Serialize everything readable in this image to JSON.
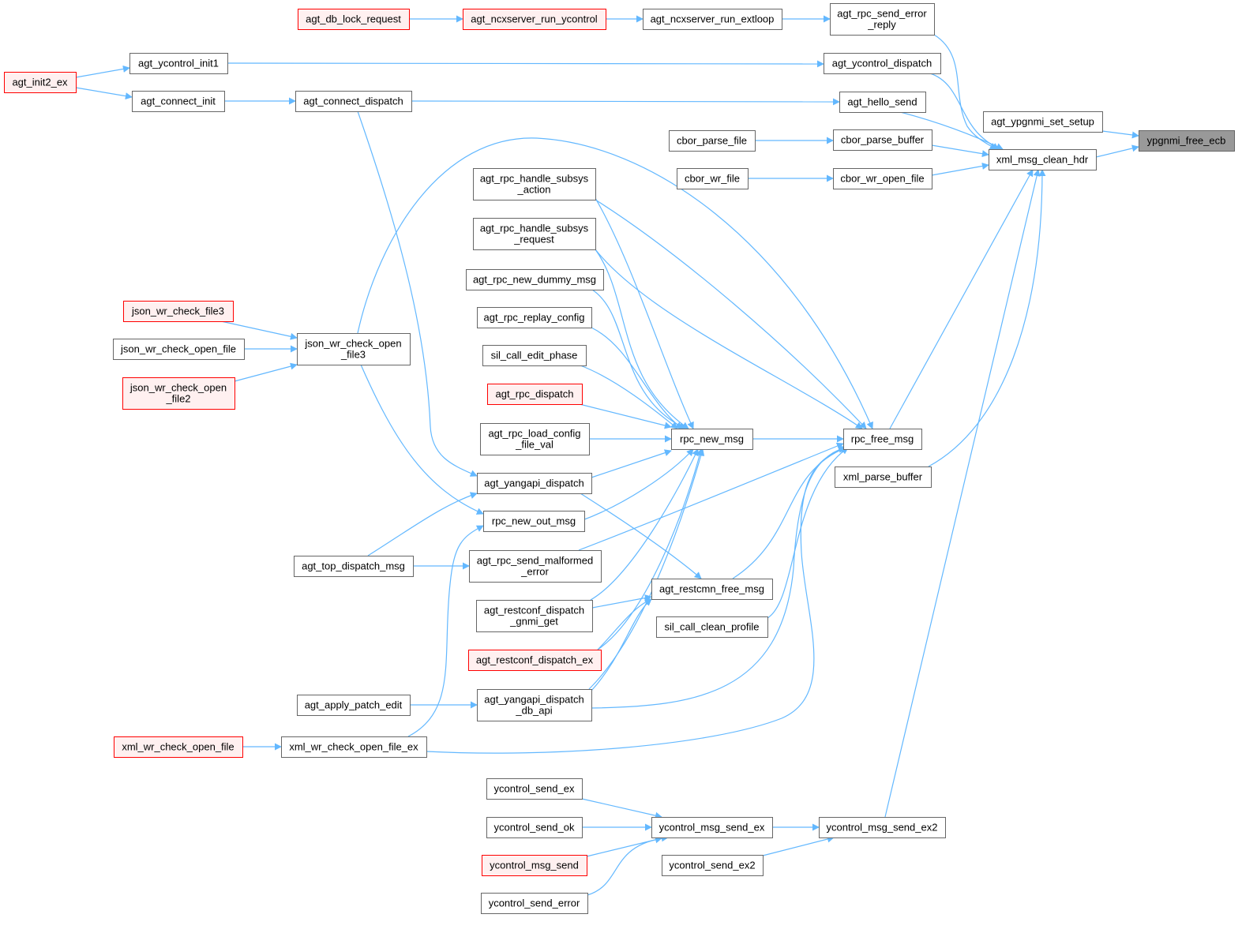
{
  "diagram": {
    "title": "ypgnmi_free_ecb caller graph",
    "colors": {
      "edge": "#63b8ff",
      "node_border": "#666666",
      "node_fill": "#ffffff",
      "truncated_border": "#ff0000",
      "truncated_fill": "#fff0f0",
      "root_fill": "#999999",
      "root_border": "#666666"
    },
    "nodes": [
      {
        "id": "agt_db_lock_request",
        "lines": [
          "agt_db_lock_request"
        ],
        "style": "truncated"
      },
      {
        "id": "agt_ncxserver_run_ycontrol",
        "lines": [
          "agt_ncxserver_run_ycontrol"
        ],
        "style": "truncated"
      },
      {
        "id": "agt_ncxserver_run_extloop",
        "lines": [
          "agt_ncxserver_run_extloop"
        ],
        "style": "normal"
      },
      {
        "id": "agt_rpc_send_error_reply",
        "lines": [
          "agt_rpc_send_error",
          "_reply"
        ],
        "style": "normal"
      },
      {
        "id": "agt_init2_ex",
        "lines": [
          "agt_init2_ex"
        ],
        "style": "truncated"
      },
      {
        "id": "agt_ycontrol_init1",
        "lines": [
          "agt_ycontrol_init1"
        ],
        "style": "normal"
      },
      {
        "id": "agt_ycontrol_dispatch",
        "lines": [
          "agt_ycontrol_dispatch"
        ],
        "style": "normal"
      },
      {
        "id": "agt_connect_init",
        "lines": [
          "agt_connect_init"
        ],
        "style": "normal"
      },
      {
        "id": "agt_connect_dispatch",
        "lines": [
          "agt_connect_dispatch"
        ],
        "style": "normal"
      },
      {
        "id": "agt_hello_send",
        "lines": [
          "agt_hello_send"
        ],
        "style": "normal"
      },
      {
        "id": "agt_ypgnmi_set_setup",
        "lines": [
          "agt_ypgnmi_set_setup"
        ],
        "style": "normal"
      },
      {
        "id": "ypgnmi_free_ecb",
        "lines": [
          "ypgnmi_free_ecb"
        ],
        "style": "root"
      },
      {
        "id": "cbor_parse_file",
        "lines": [
          "cbor_parse_file"
        ],
        "style": "normal"
      },
      {
        "id": "cbor_parse_buffer",
        "lines": [
          "cbor_parse_buffer"
        ],
        "style": "normal"
      },
      {
        "id": "xml_msg_clean_hdr",
        "lines": [
          "xml_msg_clean_hdr"
        ],
        "style": "normal"
      },
      {
        "id": "cbor_wr_file",
        "lines": [
          "cbor_wr_file"
        ],
        "style": "normal"
      },
      {
        "id": "cbor_wr_open_file",
        "lines": [
          "cbor_wr_open_file"
        ],
        "style": "normal"
      },
      {
        "id": "agt_rpc_handle_subsys_action",
        "lines": [
          "agt_rpc_handle_subsys",
          "_action"
        ],
        "style": "normal"
      },
      {
        "id": "agt_rpc_handle_subsys_request",
        "lines": [
          "agt_rpc_handle_subsys",
          "_request"
        ],
        "style": "normal"
      },
      {
        "id": "agt_rpc_new_dummy_msg",
        "lines": [
          "agt_rpc_new_dummy_msg"
        ],
        "style": "normal"
      },
      {
        "id": "json_wr_check_file3",
        "lines": [
          "json_wr_check_file3"
        ],
        "style": "truncated"
      },
      {
        "id": "agt_rpc_replay_config",
        "lines": [
          "agt_rpc_replay_config"
        ],
        "style": "normal"
      },
      {
        "id": "json_wr_check_open_file",
        "lines": [
          "json_wr_check_open_file"
        ],
        "style": "normal"
      },
      {
        "id": "json_wr_check_open_file3",
        "lines": [
          "json_wr_check_open",
          "_file3"
        ],
        "style": "normal"
      },
      {
        "id": "sil_call_edit_phase",
        "lines": [
          "sil_call_edit_phase"
        ],
        "style": "normal"
      },
      {
        "id": "json_wr_check_open_file2",
        "lines": [
          "json_wr_check_open",
          "_file2"
        ],
        "style": "truncated"
      },
      {
        "id": "agt_rpc_dispatch",
        "lines": [
          "agt_rpc_dispatch"
        ],
        "style": "truncated"
      },
      {
        "id": "agt_rpc_load_config_file_val",
        "lines": [
          "agt_rpc_load_config",
          "_file_val"
        ],
        "style": "normal"
      },
      {
        "id": "rpc_new_msg",
        "lines": [
          "rpc_new_msg"
        ],
        "style": "normal"
      },
      {
        "id": "rpc_free_msg",
        "lines": [
          "rpc_free_msg"
        ],
        "style": "normal"
      },
      {
        "id": "agt_yangapi_dispatch",
        "lines": [
          "agt_yangapi_dispatch"
        ],
        "style": "normal"
      },
      {
        "id": "xml_parse_buffer",
        "lines": [
          "xml_parse_buffer"
        ],
        "style": "normal"
      },
      {
        "id": "rpc_new_out_msg",
        "lines": [
          "rpc_new_out_msg"
        ],
        "style": "normal"
      },
      {
        "id": "agt_top_dispatch_msg",
        "lines": [
          "agt_top_dispatch_msg"
        ],
        "style": "normal"
      },
      {
        "id": "agt_rpc_send_malformed_error",
        "lines": [
          "agt_rpc_send_malformed",
          "_error"
        ],
        "style": "normal"
      },
      {
        "id": "agt_restcmn_free_msg",
        "lines": [
          "agt_restcmn_free_msg"
        ],
        "style": "normal"
      },
      {
        "id": "agt_restconf_dispatch_gnmi_get",
        "lines": [
          "agt_restconf_dispatch",
          "_gnmi_get"
        ],
        "style": "normal"
      },
      {
        "id": "sil_call_clean_profile",
        "lines": [
          "sil_call_clean_profile"
        ],
        "style": "normal"
      },
      {
        "id": "agt_restconf_dispatch_ex",
        "lines": [
          "agt_restconf_dispatch_ex"
        ],
        "style": "truncated"
      },
      {
        "id": "agt_apply_patch_edit",
        "lines": [
          "agt_apply_patch_edit"
        ],
        "style": "normal"
      },
      {
        "id": "agt_yangapi_dispatch_db_api",
        "lines": [
          "agt_yangapi_dispatch",
          "_db_api"
        ],
        "style": "normal"
      },
      {
        "id": "xml_wr_check_open_file",
        "lines": [
          "xml_wr_check_open_file"
        ],
        "style": "truncated"
      },
      {
        "id": "xml_wr_check_open_file_ex",
        "lines": [
          "xml_wr_check_open_file_ex"
        ],
        "style": "normal"
      },
      {
        "id": "ycontrol_send_ex",
        "lines": [
          "ycontrol_send_ex"
        ],
        "style": "normal"
      },
      {
        "id": "ycontrol_send_ok",
        "lines": [
          "ycontrol_send_ok"
        ],
        "style": "normal"
      },
      {
        "id": "ycontrol_msg_send_ex",
        "lines": [
          "ycontrol_msg_send_ex"
        ],
        "style": "normal"
      },
      {
        "id": "ycontrol_msg_send_ex2",
        "lines": [
          "ycontrol_msg_send_ex2"
        ],
        "style": "normal"
      },
      {
        "id": "ycontrol_msg_send",
        "lines": [
          "ycontrol_msg_send"
        ],
        "style": "truncated"
      },
      {
        "id": "ycontrol_send_ex2",
        "lines": [
          "ycontrol_send_ex2"
        ],
        "style": "normal"
      },
      {
        "id": "ycontrol_send_error",
        "lines": [
          "ycontrol_send_error"
        ],
        "style": "normal"
      }
    ],
    "edges": [
      {
        "from": "agt_db_lock_request",
        "to": "agt_ncxserver_run_ycontrol"
      },
      {
        "from": "agt_ncxserver_run_ycontrol",
        "to": "agt_ncxserver_run_extloop"
      },
      {
        "from": "agt_ncxserver_run_extloop",
        "to": "agt_rpc_send_error_reply"
      },
      {
        "from": "agt_rpc_send_error_reply",
        "to": "xml_msg_clean_hdr"
      },
      {
        "from": "agt_init2_ex",
        "to": "agt_ycontrol_init1"
      },
      {
        "from": "agt_init2_ex",
        "to": "agt_connect_init"
      },
      {
        "from": "agt_ycontrol_init1",
        "to": "agt_ycontrol_dispatch"
      },
      {
        "from": "agt_ycontrol_dispatch",
        "to": "xml_msg_clean_hdr"
      },
      {
        "from": "agt_connect_init",
        "to": "agt_connect_dispatch"
      },
      {
        "from": "agt_connect_dispatch",
        "to": "agt_hello_send"
      },
      {
        "from": "agt_connect_dispatch",
        "to": "agt_yangapi_dispatch"
      },
      {
        "from": "agt_hello_send",
        "to": "xml_msg_clean_hdr"
      },
      {
        "from": "agt_ypgnmi_set_setup",
        "to": "ypgnmi_free_ecb"
      },
      {
        "from": "xml_msg_clean_hdr",
        "to": "ypgnmi_free_ecb"
      },
      {
        "from": "cbor_parse_file",
        "to": "cbor_parse_buffer"
      },
      {
        "from": "cbor_parse_buffer",
        "to": "xml_msg_clean_hdr"
      },
      {
        "from": "cbor_wr_file",
        "to": "cbor_wr_open_file"
      },
      {
        "from": "cbor_wr_open_file",
        "to": "xml_msg_clean_hdr"
      },
      {
        "from": "rpc_free_msg",
        "to": "xml_msg_clean_hdr"
      },
      {
        "from": "xml_parse_buffer",
        "to": "xml_msg_clean_hdr"
      },
      {
        "from": "ycontrol_msg_send_ex2",
        "to": "xml_msg_clean_hdr"
      },
      {
        "from": "json_wr_check_open_file3",
        "to": "rpc_free_msg"
      },
      {
        "from": "json_wr_check_open_file3",
        "to": "rpc_new_out_msg"
      },
      {
        "from": "json_wr_check_file3",
        "to": "json_wr_check_open_file3"
      },
      {
        "from": "json_wr_check_open_file",
        "to": "json_wr_check_open_file3"
      },
      {
        "from": "json_wr_check_open_file2",
        "to": "json_wr_check_open_file3"
      },
      {
        "from": "agt_rpc_handle_subsys_action",
        "to": "rpc_new_msg"
      },
      {
        "from": "agt_rpc_handle_subsys_action",
        "to": "rpc_free_msg"
      },
      {
        "from": "agt_rpc_handle_subsys_request",
        "to": "rpc_new_msg"
      },
      {
        "from": "agt_rpc_handle_subsys_request",
        "to": "rpc_free_msg"
      },
      {
        "from": "agt_rpc_new_dummy_msg",
        "to": "rpc_new_msg"
      },
      {
        "from": "agt_rpc_replay_config",
        "to": "rpc_new_msg"
      },
      {
        "from": "sil_call_edit_phase",
        "to": "rpc_new_msg"
      },
      {
        "from": "agt_rpc_dispatch",
        "to": "rpc_new_msg"
      },
      {
        "from": "agt_rpc_load_config_file_val",
        "to": "rpc_new_msg"
      },
      {
        "from": "agt_yangapi_dispatch",
        "to": "rpc_new_msg"
      },
      {
        "from": "agt_yangapi_dispatch",
        "to": "agt_restcmn_free_msg"
      },
      {
        "from": "rpc_new_out_msg",
        "to": "rpc_new_msg"
      },
      {
        "from": "agt_restconf_dispatch_gnmi_get",
        "to": "rpc_new_msg"
      },
      {
        "from": "agt_restconf_dispatch_gnmi_get",
        "to": "agt_restcmn_free_msg"
      },
      {
        "from": "agt_restconf_dispatch_ex",
        "to": "rpc_new_msg"
      },
      {
        "from": "agt_restconf_dispatch_ex",
        "to": "agt_restcmn_free_msg"
      },
      {
        "from": "agt_yangapi_dispatch_db_api",
        "to": "rpc_new_msg"
      },
      {
        "from": "agt_yangapi_dispatch_db_api",
        "to": "agt_restcmn_free_msg"
      },
      {
        "from": "agt_yangapi_dispatch_db_api",
        "to": "rpc_free_msg"
      },
      {
        "from": "rpc_new_msg",
        "to": "rpc_free_msg"
      },
      {
        "from": "agt_rpc_send_malformed_error",
        "to": "rpc_free_msg"
      },
      {
        "from": "agt_restcmn_free_msg",
        "to": "rpc_free_msg"
      },
      {
        "from": "sil_call_clean_profile",
        "to": "rpc_free_msg"
      },
      {
        "from": "xml_wr_check_open_file_ex",
        "to": "rpc_free_msg"
      },
      {
        "from": "xml_wr_check_open_file_ex",
        "to": "rpc_new_out_msg"
      },
      {
        "from": "agt_top_dispatch_msg",
        "to": "agt_yangapi_dispatch"
      },
      {
        "from": "agt_top_dispatch_msg",
        "to": "agt_rpc_send_malformed_error"
      },
      {
        "from": "agt_apply_patch_edit",
        "to": "agt_yangapi_dispatch_db_api"
      },
      {
        "from": "xml_wr_check_open_file",
        "to": "xml_wr_check_open_file_ex"
      },
      {
        "from": "ycontrol_send_ex",
        "to": "ycontrol_msg_send_ex"
      },
      {
        "from": "ycontrol_send_ok",
        "to": "ycontrol_msg_send_ex"
      },
      {
        "from": "ycontrol_msg_send",
        "to": "ycontrol_msg_send_ex"
      },
      {
        "from": "ycontrol_send_error",
        "to": "ycontrol_msg_send_ex"
      },
      {
        "from": "ycontrol_msg_send_ex",
        "to": "ycontrol_msg_send_ex2"
      },
      {
        "from": "ycontrol_send_ex2",
        "to": "ycontrol_msg_send_ex2"
      }
    ]
  }
}
